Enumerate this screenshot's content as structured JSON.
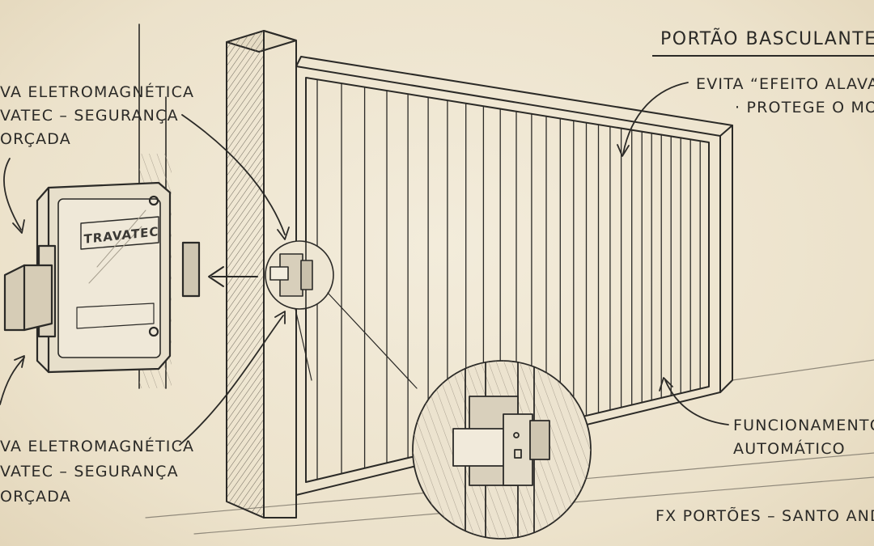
{
  "labels": {
    "title": "PORTÃO BASCULANTE",
    "top_left": [
      "VA ELETROMAGNÉTICA",
      "VATEC – SEGURANÇA",
      "ORÇADA"
    ],
    "bottom_left": [
      "VA ELETROMAGNÉTICA",
      "VATEC – SEGURANÇA",
      "ORÇADA"
    ],
    "top_right": [
      "EVITA “EFEITO ALAVAN",
      "· PROTEGE O MOT"
    ],
    "bottom_right": [
      "FUNCIONAMENTO",
      "AUTOMÁTICO"
    ],
    "footer": "FX PORTÕES – SANTO AND"
  },
  "lock": {
    "brand": "TRAVATEC"
  },
  "colors": {
    "paper": "#efe6d2",
    "ink": "#2b2a27",
    "shade": "#8f887a"
  },
  "icons": [
    "arrow-left-icon"
  ]
}
